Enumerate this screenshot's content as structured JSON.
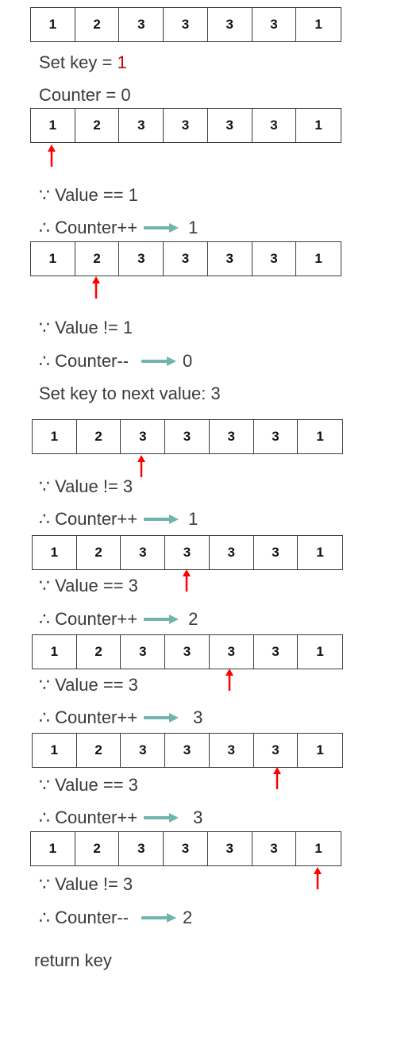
{
  "array_values": [
    "1",
    "2",
    "3",
    "3",
    "3",
    "3",
    "1"
  ],
  "texts": {
    "set_key_prefix": "Set key = ",
    "set_key_value": "1",
    "counter_init": "Counter = 0",
    "s1_because": "∵ Value == 1",
    "s1_therefore": "∴ Counter++",
    "s1_result": "1",
    "s2_because": "∵ Value != 1",
    "s2_therefore": "∴ Counter--",
    "s2_result": "0",
    "set_next": "Set key to next value: 3",
    "s3_because": "∵ Value != 3",
    "s3_therefore": "∴ Counter++",
    "s3_result": "1",
    "s4_because": "∵ Value == 3",
    "s4_therefore": "∴ Counter++",
    "s4_result": "2",
    "s5_because": "∵ Value == 3",
    "s5_therefore": "∴ Counter++",
    "s5_result": "3",
    "s6_because": "∵ Value == 3",
    "s6_therefore": "∴ Counter++",
    "s6_result": "3",
    "s7_because": "∵ Value != 3",
    "s7_therefore": "∴ Counter--",
    "s7_result": "2",
    "return": "return key"
  },
  "colors": {
    "pointer": "#ff0000",
    "arrow": "#6fb4ad",
    "key_value": "#c00000"
  },
  "pointer_indices": [
    0,
    1,
    2,
    3,
    4,
    5,
    6
  ]
}
